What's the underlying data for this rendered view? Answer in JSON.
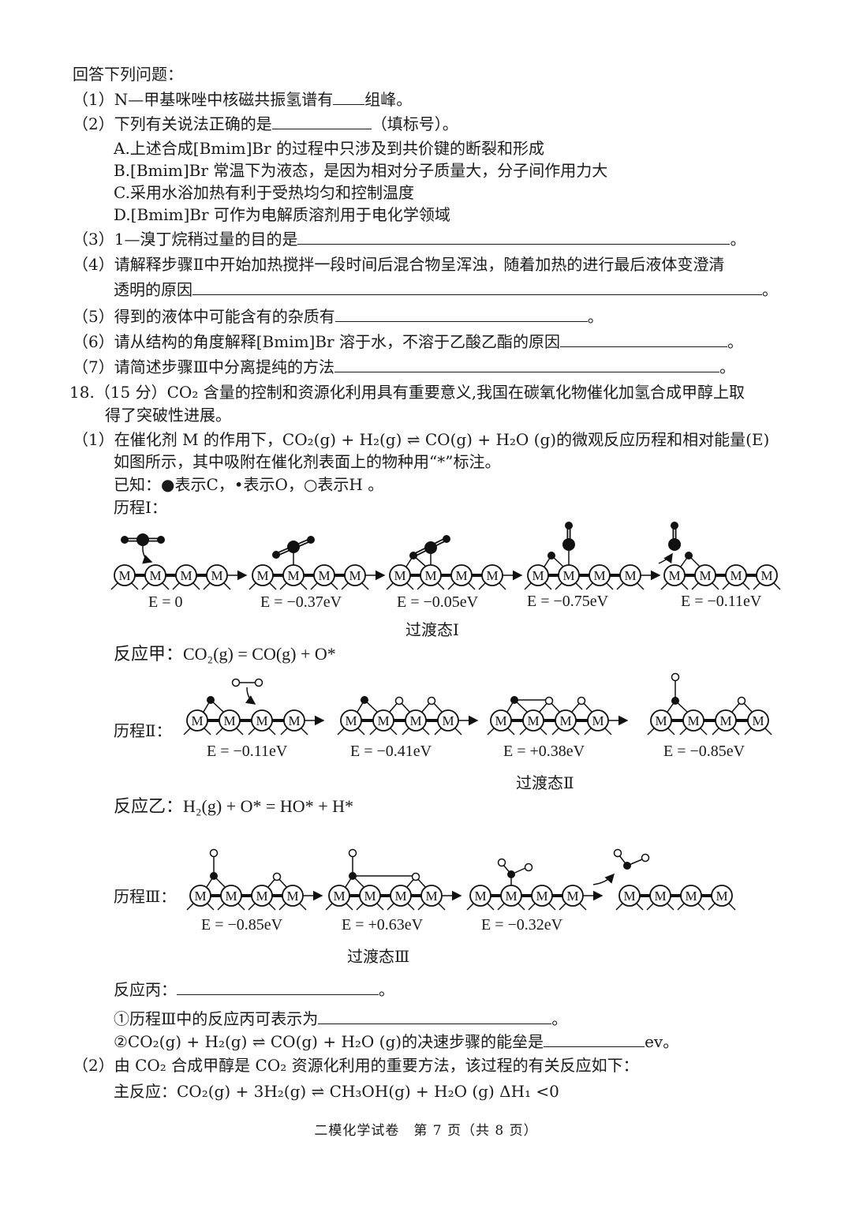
{
  "intro": "回答下列问题：",
  "q17": {
    "q1": {
      "num": "（1）",
      "text_before": "N—甲基咪唑中核磁共振氢谱有",
      "text_after": "组峰。"
    },
    "q2": {
      "num": "（2）",
      "text_before": "下列有关说法正确的是",
      "text_after": "（填标号）。",
      "options": [
        "A.上述合成[Bmim]Br 的过程中只涉及到共价键的断裂和形成",
        "B.[Bmim]Br 常温下为液态，是因为相对分子质量大，分子间作用力大",
        "C.采用水浴加热有利于受热均匀和控制温度",
        "D.[Bmim]Br 可作为电解质溶剂用于电化学领域"
      ]
    },
    "q3": {
      "num": "（3）",
      "text_before": "1—溴丁烷稍过量的目的是",
      "text_after": "。"
    },
    "q4": {
      "num": "（4）",
      "line1": "请解释步骤Ⅱ中开始加热搅拌一段时间后混合物呈浑浊，随着加热的进行最后液体变澄清",
      "line2_before": "透明的原因",
      "text_after": "。"
    },
    "q5": {
      "num": "（5）",
      "text_before": "得到的液体中可能含有的杂质有",
      "text_after": "。"
    },
    "q6": {
      "num": "（6）",
      "text_before": "请从结构的角度解释[Bmim]Br 溶于水，不溶于乙酸乙酯的原因",
      "text_after": "。"
    },
    "q7": {
      "num": "（7）",
      "text_before": "请简述步骤Ⅲ中分离提纯的方法",
      "text_after": "。"
    }
  },
  "q18": {
    "header_num": "18.",
    "score": "（15 分）",
    "intro_line1": "CO₂ 含量的控制和资源化利用具有重要意义,我国在碳氧化物催化加氢合成甲醇上取",
    "intro_line2": "得了突破性进展。",
    "part1": {
      "num": "（1）",
      "line1": "在催化剂 M 的作用下，CO₂(g) + H₂(g) ⇌ CO(g) + H₂O (g)的微观反应历程和相对能量(E)",
      "line2": "如图所示，其中吸附在催化剂表面上的物种用“*”标注。",
      "legend": "已知：●表示C，•表示O，○表示H 。",
      "process1_label": "历程Ⅰ：",
      "process1_energies": [
        "E = 0",
        "E = −0.37eV",
        "E = −0.05eV",
        "E = −0.75eV",
        "E = −0.11eV"
      ],
      "ts1": "过渡态I",
      "reaction_a": "反应甲：CO₂(g) = CO(g) + O*",
      "process2_label": "历程Ⅱ：",
      "process2_energies": [
        "E = −0.11eV",
        "E = −0.41eV",
        "E = +0.38eV",
        "E = −0.85eV"
      ],
      "ts2": "过渡态Ⅱ",
      "reaction_b": "反应乙：H₂(g) + O* = HO* + H*",
      "process3_label": "历程Ⅲ：",
      "process3_energies": [
        "E = −0.85eV",
        "E = +0.63eV",
        "E = −0.32eV"
      ],
      "ts3": "过渡态Ⅲ",
      "reaction_c_label": "反应丙：",
      "reaction_c_end": "。",
      "sub1_before": "①历程Ⅲ中的反应丙可表示为",
      "sub1_after": "。",
      "sub2_before": "②CO₂(g) + H₂(g) ⇌ CO(g) + H₂O (g)的决速步骤的能垒是",
      "sub2_after": "ev。",
      "catalyst_symbol": "M"
    },
    "part2": {
      "num": "（2）",
      "line1": "由 CO₂ 合成甲醇是 CO₂ 资源化利用的重要方法，该过程的有关反应如下：",
      "main_reaction": "主反应：CO₂(g) + 3H₂(g) ⇌ CH₃OH(g) + H₂O (g)    ΔH₁ <0"
    }
  },
  "footer": "二模化学试卷　第 7 页（共 8 页）"
}
